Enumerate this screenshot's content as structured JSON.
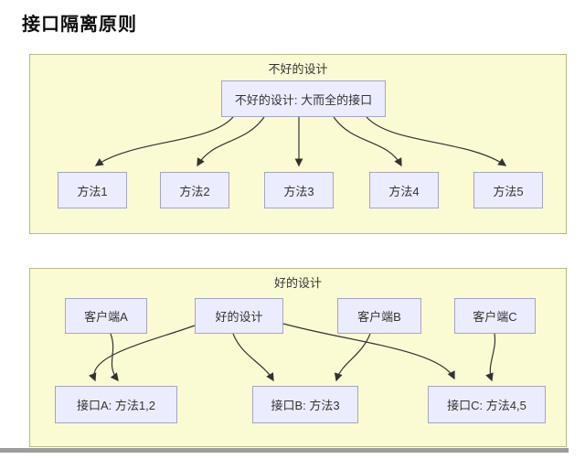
{
  "page_title": "接口隔离原则",
  "bad_panel": {
    "title": "不好的设计",
    "root": "不好的设计: 大而全的接口",
    "methods": [
      "方法1",
      "方法2",
      "方法3",
      "方法4",
      "方法5"
    ]
  },
  "good_panel": {
    "title": "好的设计",
    "clients": [
      "客户端A",
      "好的设计",
      "客户端B",
      "客户端C"
    ],
    "interfaces": [
      "接口A: 方法1,2",
      "接口B: 方法3",
      "接口C: 方法4,5"
    ]
  },
  "connections": [
    {
      "from": "不好的设计: 大而全的接口",
      "to": "方法1"
    },
    {
      "from": "不好的设计: 大而全的接口",
      "to": "方法2"
    },
    {
      "from": "不好的设计: 大而全的接口",
      "to": "方法3"
    },
    {
      "from": "不好的设计: 大而全的接口",
      "to": "方法4"
    },
    {
      "from": "不好的设计: 大而全的接口",
      "to": "方法5"
    },
    {
      "from": "客户端A",
      "to": "接口A: 方法1,2"
    },
    {
      "from": "好的设计",
      "to": "接口A: 方法1,2"
    },
    {
      "from": "好的设计",
      "to": "接口B: 方法3"
    },
    {
      "from": "客户端B",
      "to": "接口B: 方法3"
    },
    {
      "from": "好的设计",
      "to": "接口C: 方法4,5"
    },
    {
      "from": "客户端C",
      "to": "接口C: 方法4,5"
    }
  ],
  "colors": {
    "panel_fill": "#fbfbd3",
    "panel_border": "#b9b98a",
    "node_fill": "#ececff",
    "node_border": "#a3a3cc",
    "edge": "#333333",
    "text": "#333333",
    "title_text": "#0d0d0d",
    "bottom_bar": "#9c9c9c"
  }
}
